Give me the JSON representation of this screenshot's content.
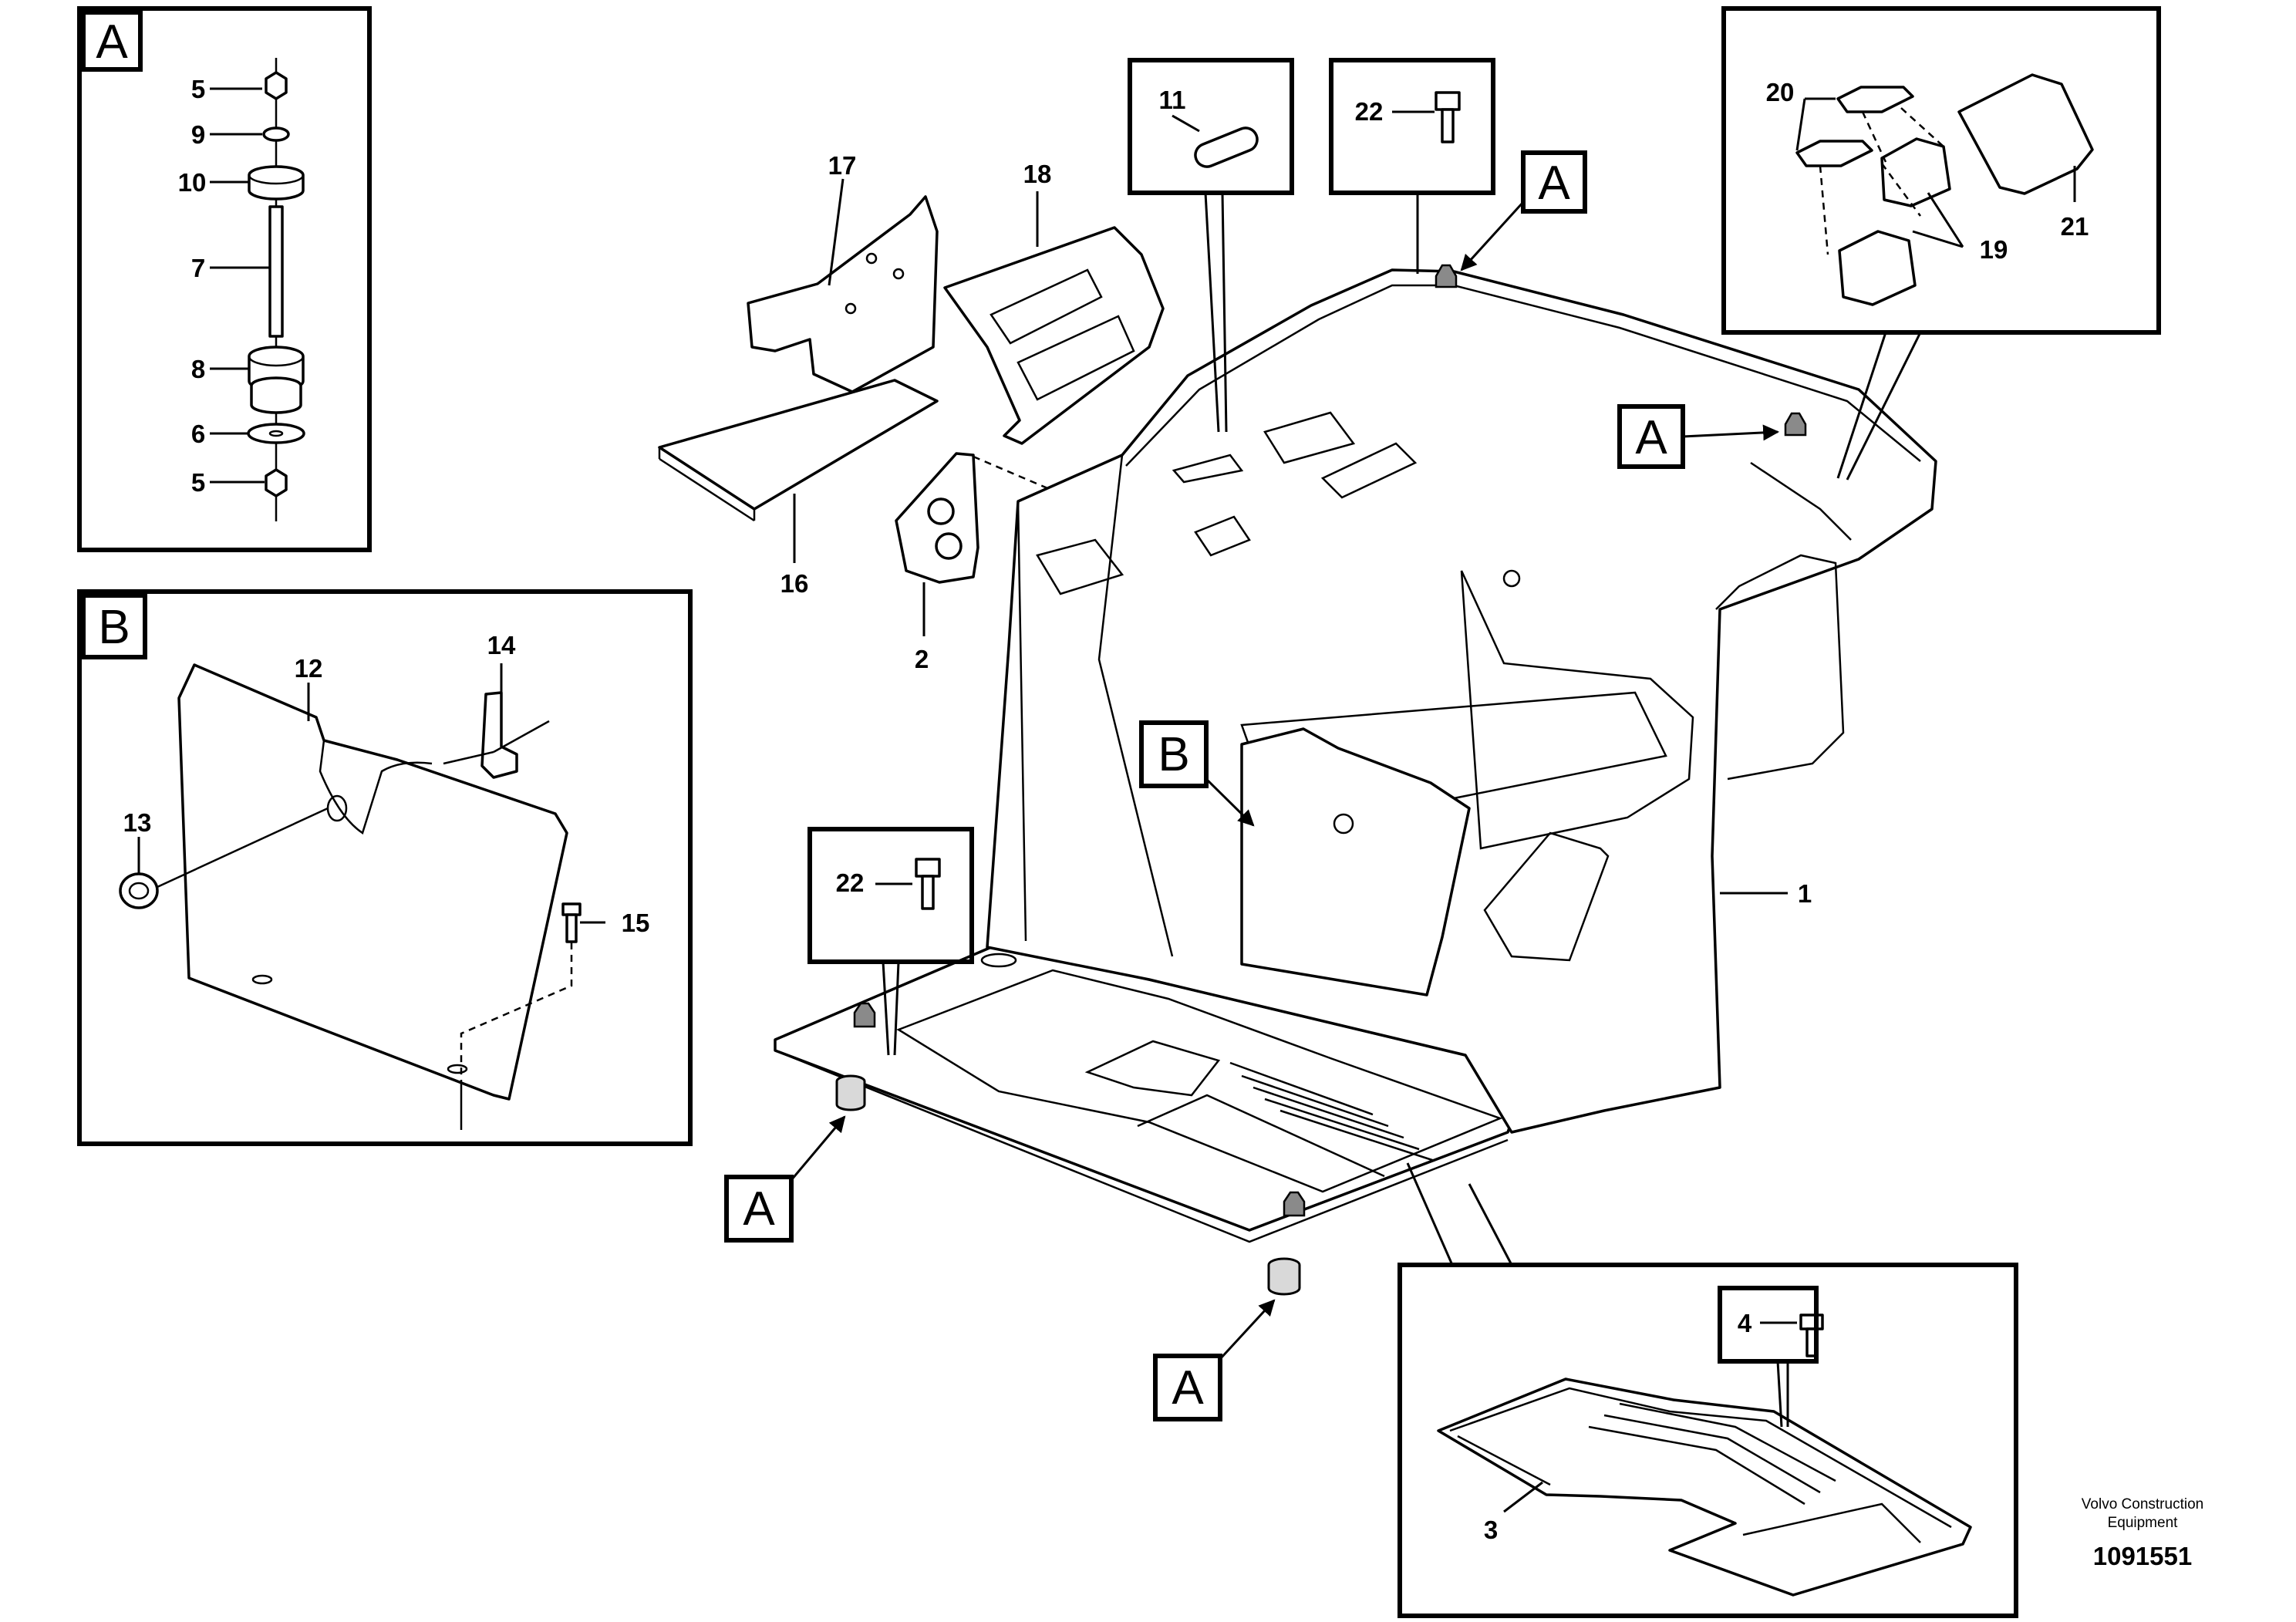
{
  "callouts": {
    "c1": "1",
    "c2": "2",
    "c3": "3",
    "c4": "4",
    "c5a": "5",
    "c5b": "5",
    "c6": "6",
    "c7": "7",
    "c8": "8",
    "c9": "9",
    "c10": "10",
    "c11": "11",
    "c12": "12",
    "c13": "13",
    "c14": "14",
    "c15": "15",
    "c16": "16",
    "c17": "17",
    "c18": "18",
    "c19": "19",
    "c20": "20",
    "c21": "21",
    "c22a": "22",
    "c22b": "22"
  },
  "detail_labels": {
    "a_inset": "A",
    "a_top": "A",
    "a_right": "A",
    "a_bottom_left": "A",
    "a_bottom": "A",
    "b_inset": "B",
    "b_main": "B"
  },
  "footer": {
    "manufacturer_line1": "Volvo Construction",
    "manufacturer_line2": "Equipment",
    "drawing_number": "1091551"
  }
}
